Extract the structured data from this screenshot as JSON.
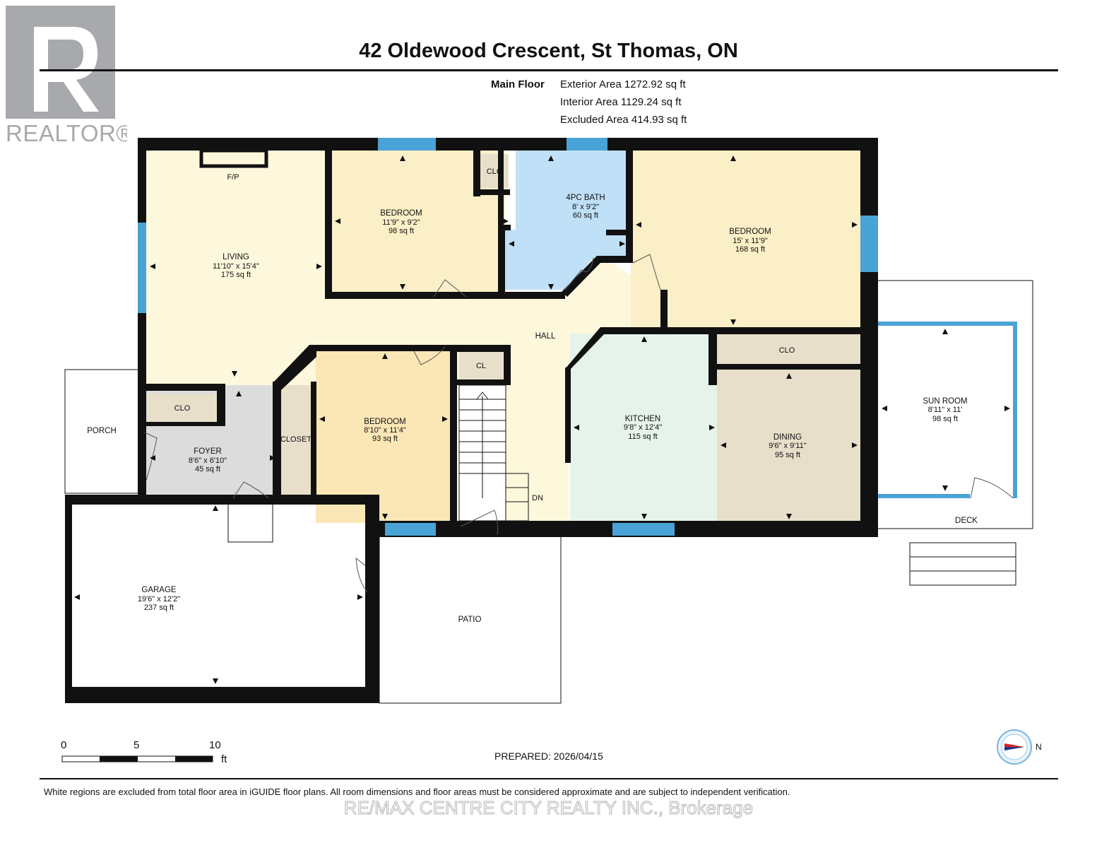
{
  "header": {
    "title": "42 Oldewood Crescent, St Thomas, ON",
    "logo_text": "REALTOR®"
  },
  "areas": {
    "floor_label": "Main Floor",
    "exterior": "Exterior Area 1272.92 sq ft",
    "interior": "Interior Area 1129.24 sq ft",
    "excluded": "Excluded Area 414.93 sq ft"
  },
  "rooms": {
    "living": {
      "name": "LIVING",
      "dims": "11'10\" x 15'4\"",
      "area": "175 sq ft"
    },
    "bedroom1": {
      "name": "BEDROOM",
      "dims": "11'9\" x 9'2\"",
      "area": "98 sq ft"
    },
    "bath": {
      "name": "4PC BATH",
      "dims": "8' x 9'2\"",
      "area": "60 sq ft"
    },
    "bedroom2": {
      "name": "BEDROOM",
      "dims": "15' x 11'9\"",
      "area": "168 sq ft"
    },
    "hall": {
      "name": "HALL"
    },
    "bedroom3": {
      "name": "BEDROOM",
      "dims": "8'10\" x 11'4\"",
      "area": "93 sq ft"
    },
    "kitchen": {
      "name": "KITCHEN",
      "dims": "9'8\" x 12'4\"",
      "area": "115 sq ft"
    },
    "dining": {
      "name": "DINING",
      "dims": "9'6\" x 9'11\"",
      "area": "95 sq ft"
    },
    "sunroom": {
      "name": "SUN ROOM",
      "dims": "8'11\" x 11'",
      "area": "98 sq ft"
    },
    "foyer": {
      "name": "FOYER",
      "dims": "8'6\" x 6'10\"",
      "area": "45 sq ft"
    },
    "garage": {
      "name": "GARAGE",
      "dims": "19'6\" x 12'2\"",
      "area": "237 sq ft"
    },
    "porch": {
      "name": "PORCH"
    },
    "patio": {
      "name": "PATIO"
    },
    "deck": {
      "name": "DECK"
    }
  },
  "labels": {
    "fp": "F/P",
    "clo": "CLO",
    "cl": "CL",
    "closet": "CLOSET",
    "dn": "DN"
  },
  "scale": {
    "ticks": [
      "0",
      "5",
      "10"
    ],
    "unit": "ft"
  },
  "footer": {
    "prepared": "PREPARED: 2026/04/15",
    "disclaimer": "White regions are excluded from total floor area in iGUIDE floor plans. All room dimensions and floor areas must be considered approximate and are subject to independent verification.",
    "watermark": "RE/MAX CENTRE CITY REALTY INC., Brokerage"
  },
  "compass": {
    "direction": "N"
  },
  "colors": {
    "living": "#fdf7dc",
    "bedroom1": "#fbefc7",
    "bath": "#bfe0f7",
    "bedroom2": "#fbefc7",
    "hall": "#fdf7dc",
    "bedroom3": "#fbe6b5",
    "kitchen": "#e6f3ea",
    "dining": "#e8dfcb",
    "closet": "#e8dfcb",
    "foyer": "#dcdcdc",
    "window": "#4aa3d6",
    "wall": "#111111"
  }
}
